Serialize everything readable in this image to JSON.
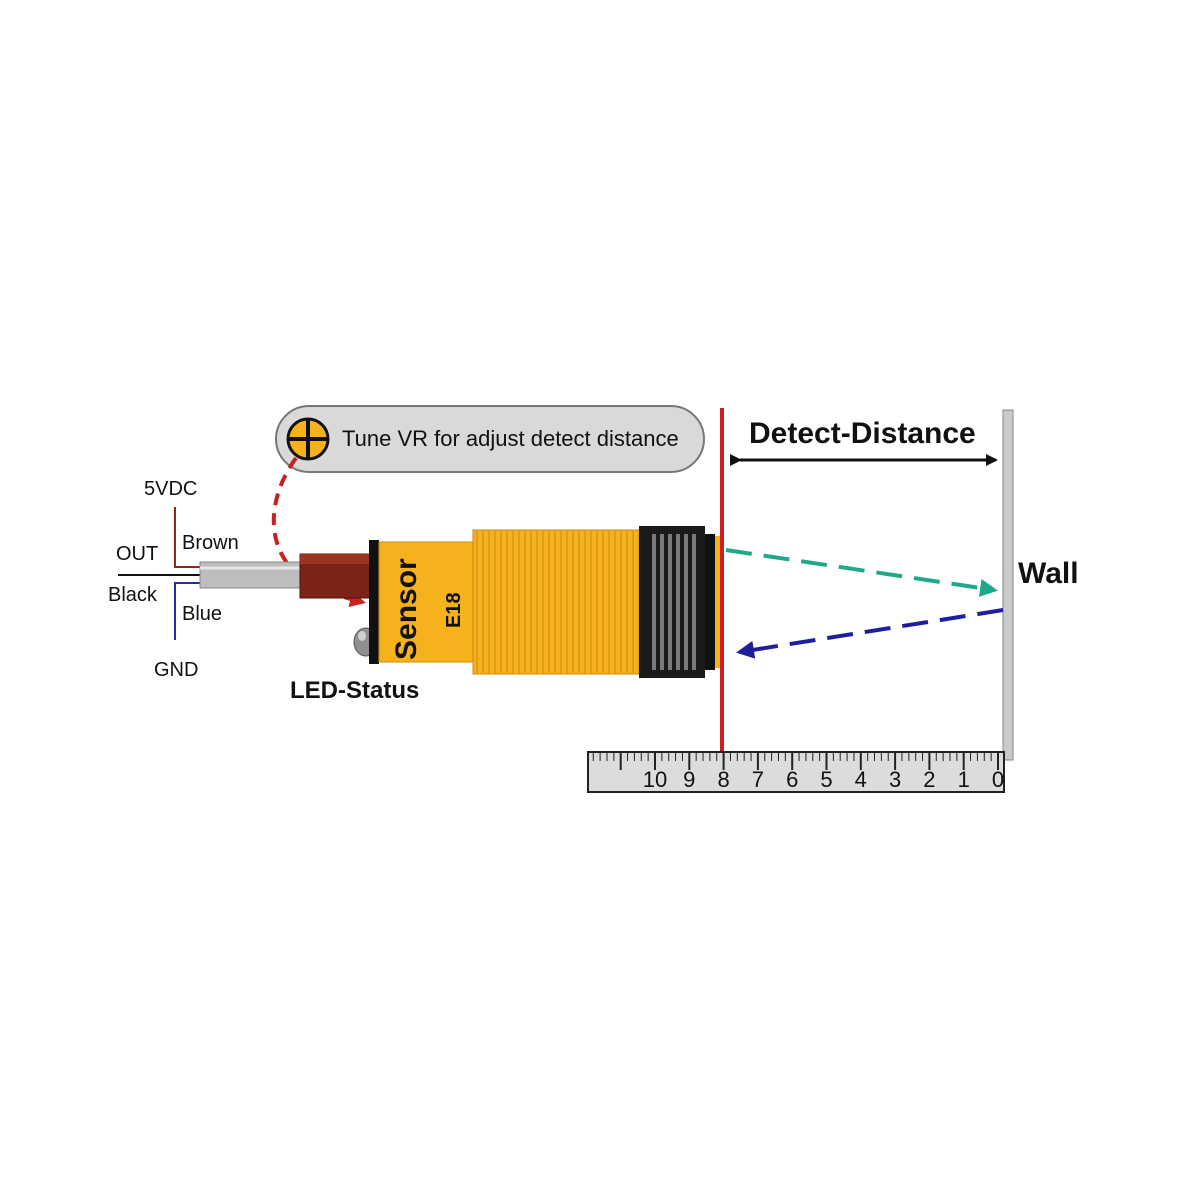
{
  "callout": {
    "text": "Tune VR for adjust detect distance",
    "icon": "potentiometer-icon"
  },
  "wires": {
    "vdc": "5VDC",
    "brown": "Brown",
    "out": "OUT",
    "black": "Black",
    "blue": "Blue",
    "gnd": "GND"
  },
  "sensor": {
    "name": "Sensor",
    "model": "E18",
    "led_label": "LED-Status"
  },
  "distance": {
    "label": "Detect-Distance"
  },
  "wall": {
    "label": "Wall"
  },
  "ruler": {
    "ticks": [
      "10",
      "9",
      "8",
      "7",
      "6",
      "5",
      "4",
      "3",
      "2",
      "1",
      "0"
    ]
  },
  "colors": {
    "sensor_body": "#f6b21c",
    "detect_line": "#cc1f1f",
    "emit_beam": "#1fa88a",
    "return_beam": "#1d1f9e",
    "brown_wire": "#8b2a1a",
    "blue_wire": "#2a2aa8",
    "callout_bg": "#d9d9d9"
  }
}
